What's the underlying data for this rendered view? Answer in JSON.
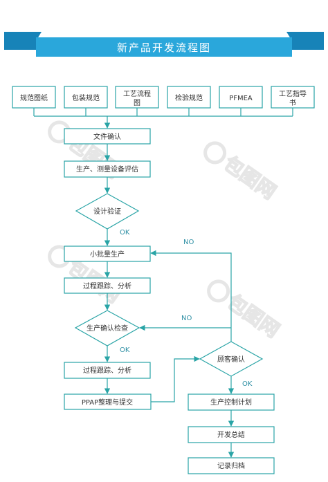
{
  "title": "新产品开发流程图",
  "colors": {
    "banner": "#2aa7db",
    "banner_dark": "#1783b8",
    "line": "#29a4a6",
    "box_stroke": "#29a4a6",
    "text": "#333333",
    "label": "#2e8fa4",
    "watermark": "#e6e6e6"
  },
  "inputs": [
    {
      "id": "in1",
      "lines": [
        "规范图纸"
      ]
    },
    {
      "id": "in2",
      "lines": [
        "包装规范"
      ]
    },
    {
      "id": "in3",
      "lines": [
        "工艺流程",
        "图"
      ]
    },
    {
      "id": "in4",
      "lines": [
        "检验规范"
      ]
    },
    {
      "id": "in5",
      "lines": [
        "PFMEA"
      ]
    },
    {
      "id": "in6",
      "lines": [
        "工艺指导",
        "书"
      ]
    }
  ],
  "process": [
    {
      "id": "file_confirm",
      "label": "文件确认"
    },
    {
      "id": "equip_eval",
      "label": "生产、测量设备评估"
    },
    {
      "id": "design_verify",
      "label": "设计验证"
    },
    {
      "id": "small_batch",
      "label": "小批量生产"
    },
    {
      "id": "track1",
      "label": "过程跟踪、分析"
    },
    {
      "id": "prod_check",
      "label": "生产确认检查"
    },
    {
      "id": "track2",
      "label": "过程跟踪、分析"
    },
    {
      "id": "ppap",
      "label": "PPAP整理与提交"
    },
    {
      "id": "customer_confirm",
      "label": "顾客确认"
    },
    {
      "id": "control_plan",
      "label": "生产控制计划"
    },
    {
      "id": "summary",
      "label": "开发总结"
    },
    {
      "id": "archive",
      "label": "记录归档"
    }
  ],
  "labels": {
    "ok1": "OK",
    "ok2": "OK",
    "ok3": "OK",
    "no1": "NO",
    "no2": "NO"
  },
  "watermark": "包图网"
}
